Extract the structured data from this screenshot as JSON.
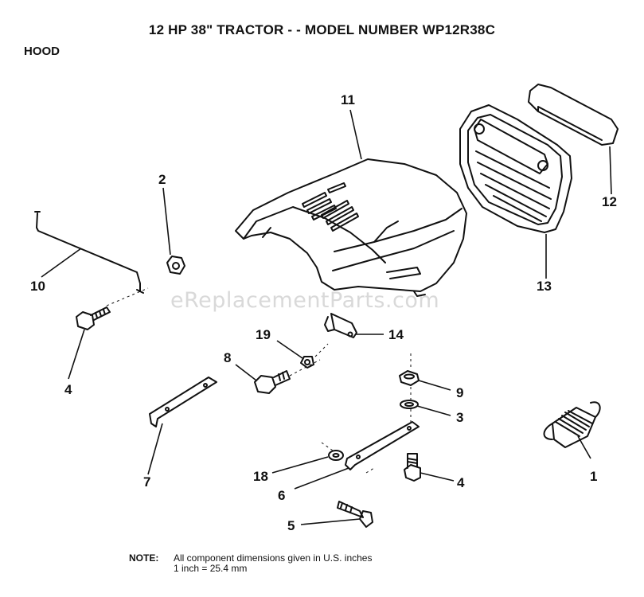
{
  "header": {
    "title": "12 HP 38\" TRACTOR - - MODEL NUMBER WP12R38C",
    "section": "HOOD"
  },
  "watermark": "eReplacementParts.com",
  "callouts": [
    "11",
    "2",
    "12",
    "10",
    "13",
    "19",
    "14",
    "4",
    "8",
    "9",
    "3",
    "7",
    "18",
    "6",
    "4",
    "1",
    "5"
  ],
  "note": {
    "label": "NOTE:",
    "line1": "All component dimensions given in U.S. inches",
    "line2": "1 inch = 25.4 mm"
  }
}
